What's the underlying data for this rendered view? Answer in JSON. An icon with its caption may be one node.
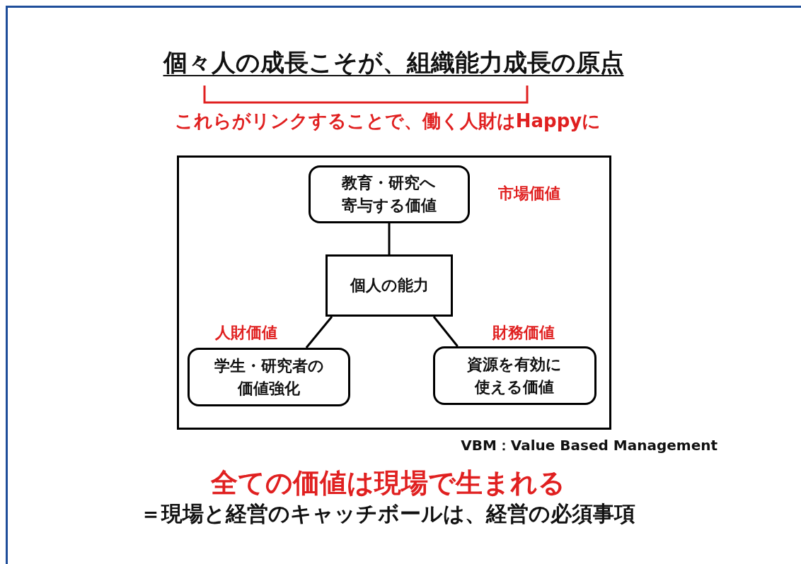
{
  "diagram": {
    "title": "個々人の成長こそが、組織能力成長の原点",
    "nodes": [
      {
        "text": [],
        "shape": "box"
      },
      {
        "text": [
          "教育・研究へ寄与する価値"
        ],
        "beside": [
          "市場価値"
        ],
        "in": 0
      },
      {
        "text": [
          "個人の能力"
        ],
        "in": 0
      },
      {
        "text": [
          "学生・研究者の価値強化"
        ],
        "beside": [
          "人財価値"
        ],
        "in": 0
      },
      {
        "text": [
          "資源を有効に使える価値"
        ],
        "beside": [
          "財務価値"
        ],
        "in": 0
      }
    ],
    "edges": [
      {
        "from": 2,
        "to": 1,
        "arrow": "none"
      },
      {
        "from": 2,
        "to": 3,
        "arrow": "none"
      },
      {
        "from": 2,
        "to": 4,
        "arrow": "none"
      }
    ],
    "labels": [
      "これらがリンクすることで、働く人財はHappyに",
      "VBM：Value Based Management",
      "全ての価値は現場で生まれる",
      "＝現場と経営のキャッチボールは、経営の必須事項"
    ]
  }
}
